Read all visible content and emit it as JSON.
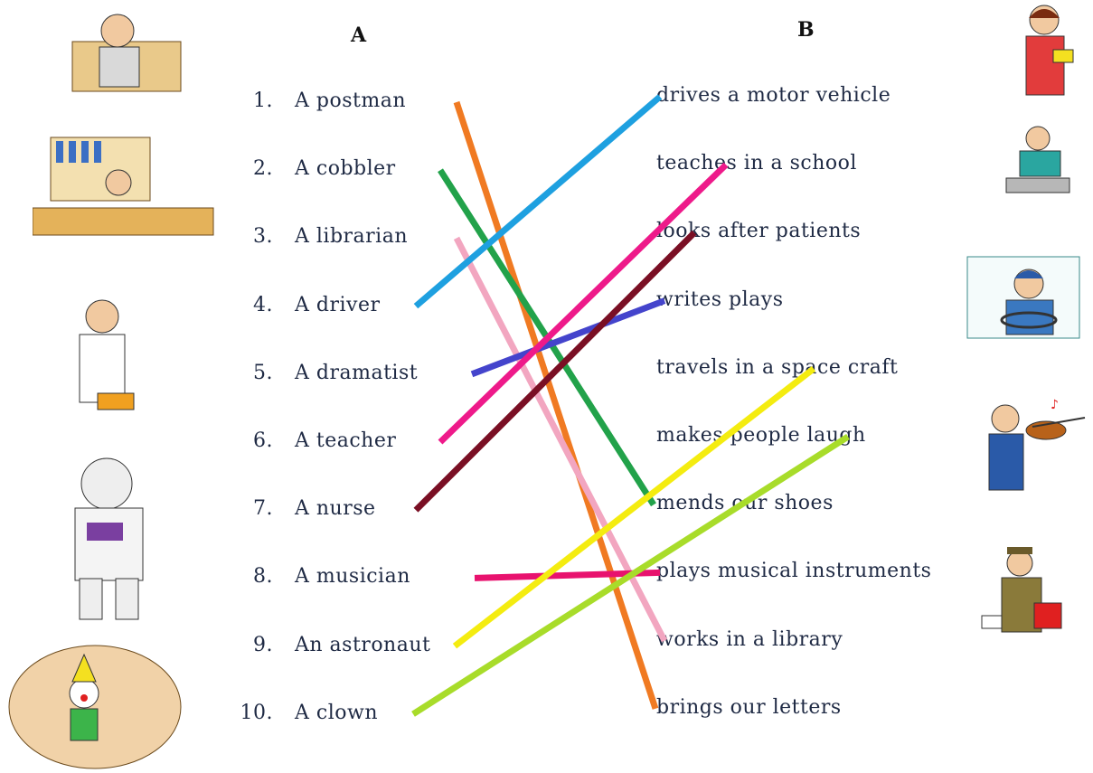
{
  "columns": {
    "a_heading": "A",
    "b_heading": "B"
  },
  "column_a": [
    {
      "num": "1.",
      "label": "A postman"
    },
    {
      "num": "2.",
      "label": "A cobbler"
    },
    {
      "num": "3.",
      "label": "A librarian"
    },
    {
      "num": "4.",
      "label": "A driver"
    },
    {
      "num": "5.",
      "label": "A dramatist"
    },
    {
      "num": "6.",
      "label": "A teacher"
    },
    {
      "num": "7.",
      "label": "A nurse"
    },
    {
      "num": "8.",
      "label": "A musician"
    },
    {
      "num": "9.",
      "label": "An astronaut"
    },
    {
      "num": "10.",
      "label": "A clown"
    }
  ],
  "column_b": [
    "drives a motor vehicle",
    "teaches  in a school",
    "looks after patients",
    "writes plays",
    "travels in a space craft",
    "makes people laugh",
    "mends our shoes",
    "plays musical instruments",
    "works in a library",
    "brings our letters"
  ],
  "matches": [
    {
      "a": 0,
      "b": 9,
      "color": "#f07a22"
    },
    {
      "a": 1,
      "b": 6,
      "color": "#22a24a"
    },
    {
      "a": 2,
      "b": 8,
      "color": "#f2a6c0"
    },
    {
      "a": 3,
      "b": 0,
      "color": "#1ea0e0"
    },
    {
      "a": 4,
      "b": 3,
      "color": "#4444cc"
    },
    {
      "a": 5,
      "b": 1,
      "color": "#ee1a8a"
    },
    {
      "a": 6,
      "b": 2,
      "color": "#7a0f24"
    },
    {
      "a": 7,
      "b": 7,
      "color": "#e8126e"
    },
    {
      "a": 8,
      "b": 4,
      "color": "#f4ec10"
    },
    {
      "a": 9,
      "b": 5,
      "color": "#a8dc2a"
    }
  ],
  "pictures": [
    {
      "name": "postman-at-desk-illustration"
    },
    {
      "name": "librarian-at-desk-illustration"
    },
    {
      "name": "nurse-illustration"
    },
    {
      "name": "astronaut-illustration"
    },
    {
      "name": "clown-illustration"
    },
    {
      "name": "teacher-illustration"
    },
    {
      "name": "cobbler-illustration"
    },
    {
      "name": "driver-illustration"
    },
    {
      "name": "musician-illustration"
    },
    {
      "name": "postman-with-bag-illustration"
    }
  ]
}
